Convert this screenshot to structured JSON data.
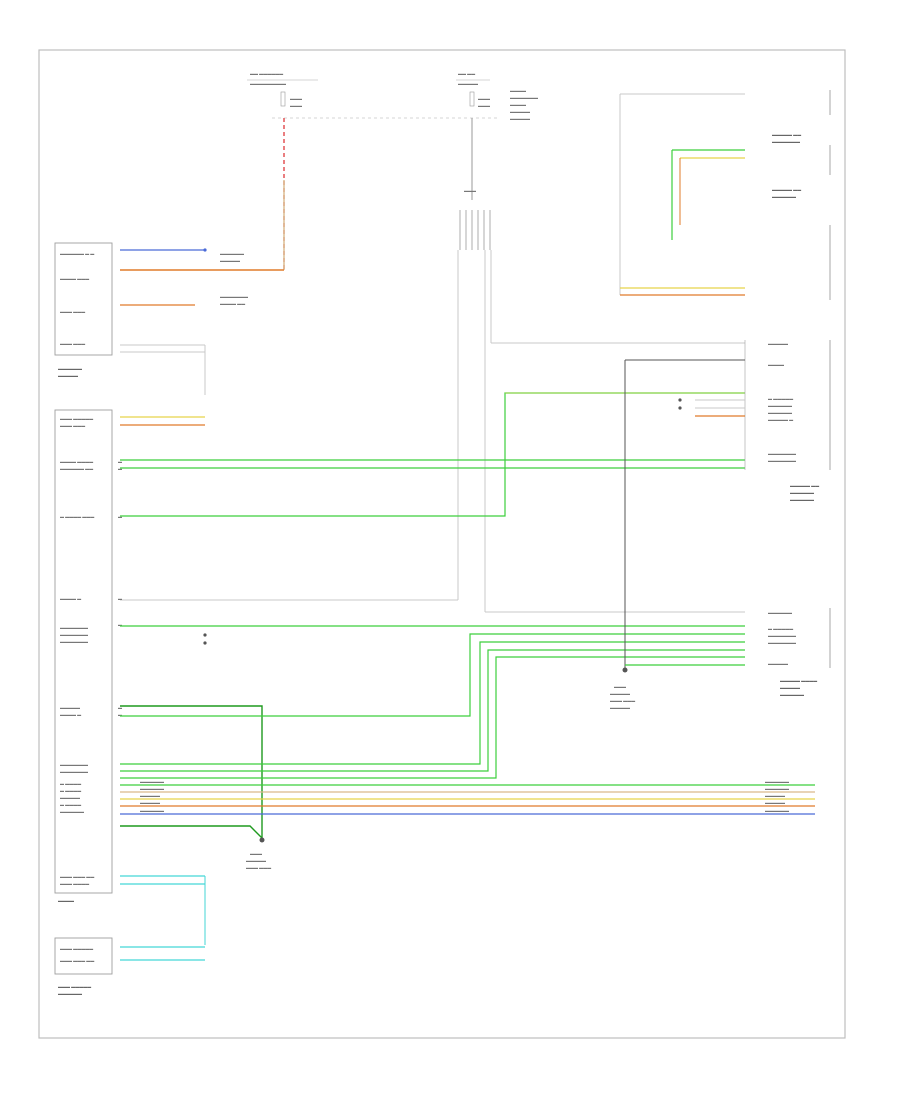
{
  "diagram": {
    "footer_code": "",
    "colors": {
      "frame": "#bdbdbd",
      "box": "#9e9e9e",
      "wire_gray": "#c8c8c8",
      "wire_green": "#3ccf3c",
      "wire_green_dark": "#1f9a1f",
      "wire_orange": "#e07b2a",
      "wire_yellow": "#e8d44a",
      "wire_red": "#e0484a",
      "wire_blue": "#4a6ad8",
      "wire_tan": "#d9b98a",
      "wire_cyan": "#43d6d6"
    },
    "components": [
      {
        "id": "fuse-panel",
        "name": "",
        "icon": "fuse-icon"
      },
      {
        "id": "ignition-switch",
        "name": ""
      },
      {
        "id": "radio",
        "name": ""
      },
      {
        "id": "satellite-receiver",
        "name": ""
      },
      {
        "id": "hands-free-module",
        "name": ""
      },
      {
        "id": "rear-speaker-unit",
        "name": ""
      },
      {
        "id": "satellite-antenna",
        "name": ""
      }
    ],
    "grounds": [
      {
        "id": "ground-1",
        "icon": "ground-icon"
      },
      {
        "id": "ground-2",
        "icon": "ground-icon"
      }
    ]
  }
}
